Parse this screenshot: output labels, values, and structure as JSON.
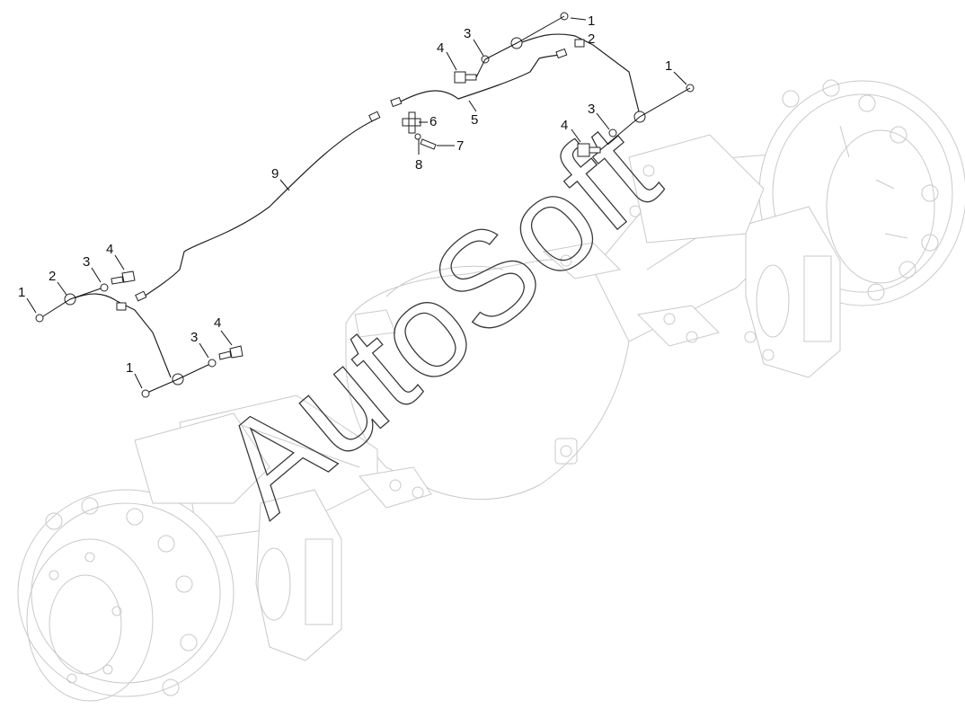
{
  "watermark": "AutoSoft",
  "callouts": [
    {
      "id": "c1a",
      "label": "1"
    },
    {
      "id": "c2a",
      "label": "2"
    },
    {
      "id": "c3a",
      "label": "3"
    },
    {
      "id": "c4a",
      "label": "4"
    },
    {
      "id": "c5",
      "label": "5"
    },
    {
      "id": "c1b",
      "label": "1"
    },
    {
      "id": "c3b",
      "label": "3"
    },
    {
      "id": "c4b",
      "label": "4"
    },
    {
      "id": "c6",
      "label": "6"
    },
    {
      "id": "c7",
      "label": "7"
    },
    {
      "id": "c8",
      "label": "8"
    },
    {
      "id": "c9",
      "label": "9"
    },
    {
      "id": "c1c",
      "label": "1"
    },
    {
      "id": "c2c",
      "label": "2"
    },
    {
      "id": "c3c",
      "label": "3"
    },
    {
      "id": "c4c",
      "label": "4"
    },
    {
      "id": "c1d",
      "label": "1"
    },
    {
      "id": "c3d",
      "label": "3"
    },
    {
      "id": "c4d",
      "label": "4"
    }
  ],
  "colors": {
    "line": "#222222",
    "ghost": "#c9c9c9",
    "background": "#ffffff"
  }
}
